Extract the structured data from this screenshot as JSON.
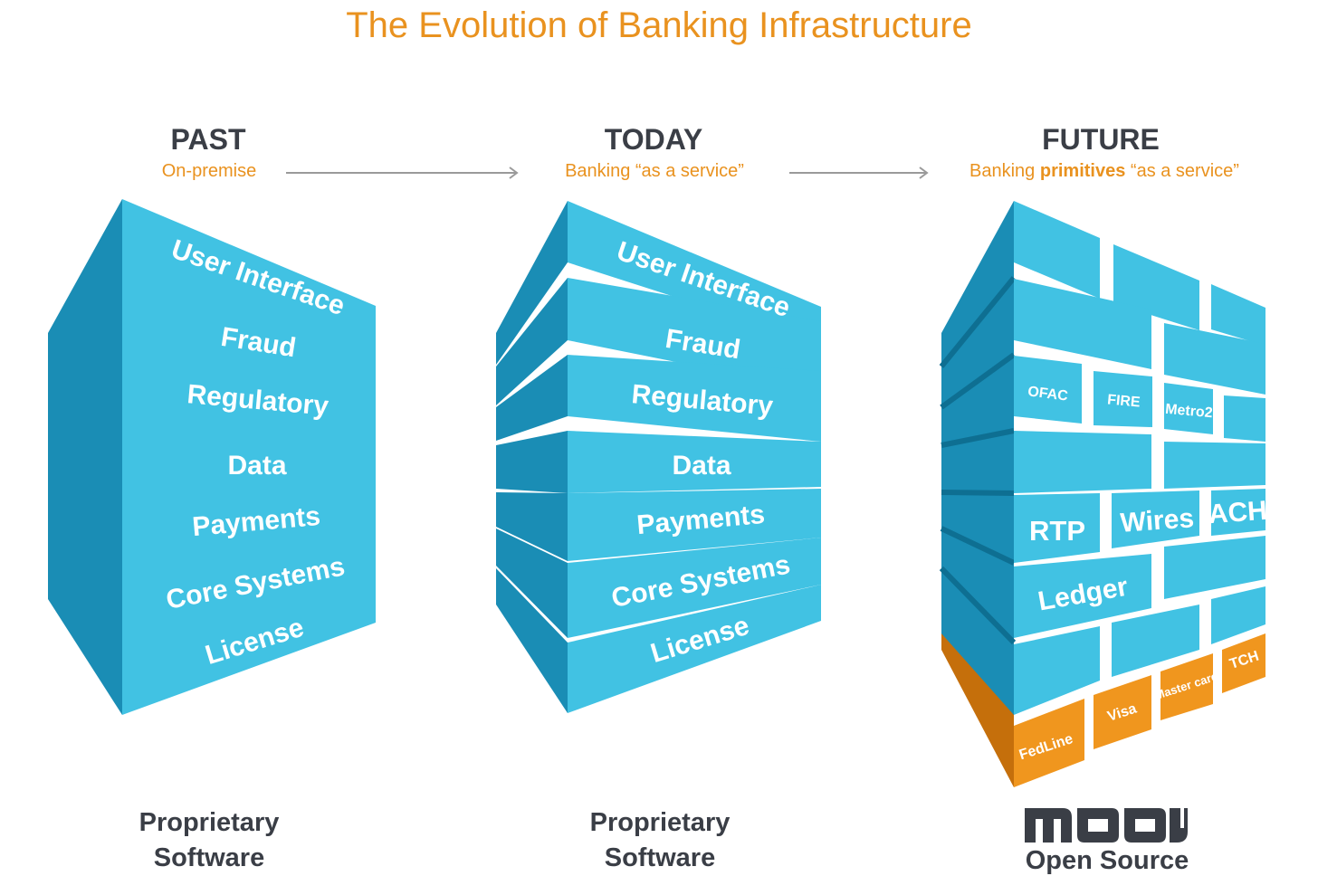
{
  "title": "The Evolution of Banking Infrastructure",
  "columns": [
    {
      "heading": "PAST",
      "subtitle": "On-premise",
      "footer_line1": "Proprietary",
      "footer_line2": "Software"
    },
    {
      "heading": "TODAY",
      "subtitle": "Banking “as a service”",
      "footer_line1": "Proprietary",
      "footer_line2": "Software"
    },
    {
      "heading": "FUTURE",
      "subtitle_pre": "Banking ",
      "subtitle_bold": "primitives",
      "subtitle_post": " “as a service”",
      "logo": "moov",
      "footer": "Open Source"
    }
  ],
  "stack_layers": [
    "User Interface",
    "Fraud",
    "Regulatory",
    "Data",
    "Payments",
    "Core Systems",
    "License"
  ],
  "future_primitives": {
    "regulatory": [
      "OFAC",
      "FIRE",
      "Metro2"
    ],
    "payments": [
      "RTP",
      "Wires",
      "ACH"
    ],
    "core": "Ledger",
    "networks": [
      "FedLine",
      "Visa",
      "Master card",
      "TCH"
    ]
  },
  "colors": {
    "accent": "#E9921F",
    "heading": "#3A3E46",
    "block_face": "#41C2E3",
    "block_side": "#1A8DB5",
    "network": "#F0961E",
    "network_side": "#C56F0B",
    "arrow": "#9A9A9A"
  }
}
